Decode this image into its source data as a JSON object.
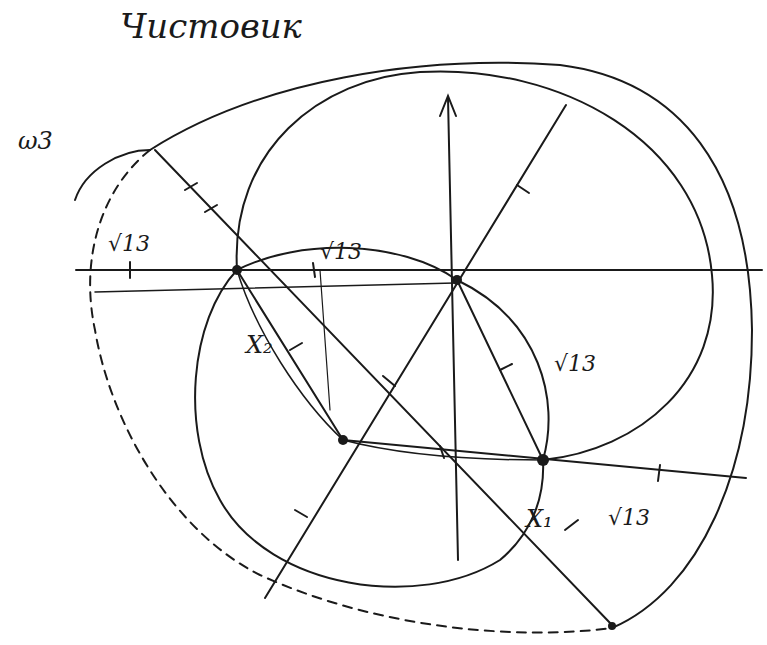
{
  "diagram": {
    "labels": [
      "Чистовик",
      "ω3",
      "√13",
      "√13",
      "√13",
      "√13",
      "X₂",
      "X₁"
    ]
  }
}
